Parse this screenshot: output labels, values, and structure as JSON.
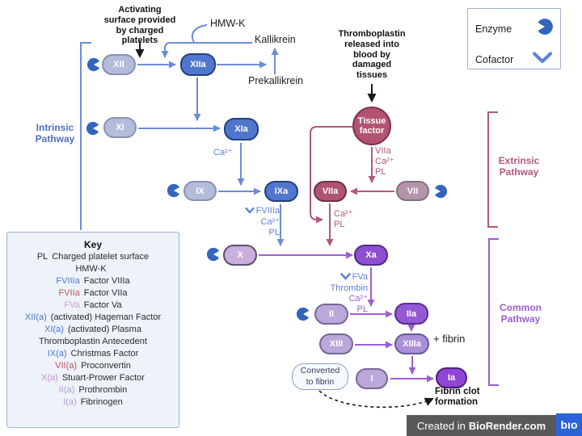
{
  "colors": {
    "intrinsic_blue": "#5b7fd4",
    "node_blue_active": "#5077cd",
    "node_blue_inactive": "#b3bdd9",
    "extrinsic_rose": "#b2587a",
    "node_rose_active": "#ae5374",
    "node_rose_inactive": "#b295aa",
    "common_purple": "#9b5fd3",
    "node_purple_active": "#9459d6",
    "node_purple_inactive": "#bba7da",
    "enzyme_icon_blue": "#3465bd",
    "footer_gray": "#58585a",
    "biorender_blue": "#2b63d9"
  },
  "legend": {
    "enzyme": "Enzyme",
    "cofactor": "Cofactor"
  },
  "notes": {
    "activating": [
      "Activating",
      "surface provided",
      "by charged",
      "platelets"
    ],
    "thromboplastin": [
      "Thromboplastin",
      "released into",
      "blood by",
      "damaged",
      "tissues"
    ]
  },
  "labels": {
    "hmwk": "HMW-K",
    "kallikrein": "Kallikrein",
    "prekallikrein": "Prekallikrein",
    "xia_mediator": "Ca²⁺",
    "ixa_mediators": [
      "FVIIIa",
      "Ca²⁺",
      "PL"
    ],
    "tf_mediators": [
      "VIIa",
      "Ca²⁺",
      "PL"
    ],
    "viia_mediators": [
      "Ca²⁺",
      "PL"
    ],
    "xa_mediators": [
      "FVa",
      "Thrombin",
      "Ca²⁺",
      "PL"
    ],
    "plus_fibrin": "+ fibrin",
    "fibrin_clot": [
      "Fibrin clot",
      "formation"
    ],
    "converted": [
      "Converted",
      "to fibrin"
    ]
  },
  "pathways": {
    "intrinsic": [
      "Intrinsic",
      "Pathway"
    ],
    "extrinsic": [
      "Extrinsic",
      "Pathway"
    ],
    "common": [
      "Common",
      "Pathway"
    ]
  },
  "nodes": {
    "xii": "XII",
    "xiia": "XIIa",
    "xi": "XI",
    "xia": "XIa",
    "ix": "IX",
    "ixa": "IXa",
    "x": "X",
    "xa": "Xa",
    "vii": "VII",
    "viia": "VIIa",
    "tissue_factor": "Tissue factor",
    "ii": "II",
    "iia": "IIa",
    "xiii": "XIII",
    "xiiia": "XIIIa",
    "i": "I",
    "ia": "Ia"
  },
  "key": {
    "title": "Key",
    "rows": [
      {
        "term": "PL",
        "desc": "Charged platelet surface"
      },
      {
        "term": "HMW-K",
        "desc": ""
      },
      {
        "term": "FVIIIa",
        "desc": "Factor VIIIa"
      },
      {
        "term": "FVIIa",
        "desc": "Factor VIIa"
      },
      {
        "term": "FVa",
        "desc": "Factor Va"
      },
      {
        "term": "XII(a)",
        "desc": "(activated) Hageman Factor"
      },
      {
        "term": "XI(a)",
        "desc": "(activated) Plasma Thromboplastin Antecedent"
      },
      {
        "term": "IX(a)",
        "desc": "Christmas Factor"
      },
      {
        "term": "VII(a)",
        "desc": "Proconvertin"
      },
      {
        "term": "X(a)",
        "desc": "Stuart-Prower Factor"
      },
      {
        "term": "II(a)",
        "desc": "Prothrombin"
      },
      {
        "term": "I(a)",
        "desc": "Fibrinogen"
      }
    ]
  },
  "footer": {
    "created": "Created in",
    "brand": "BioRender.com",
    "logo": "bıo"
  }
}
